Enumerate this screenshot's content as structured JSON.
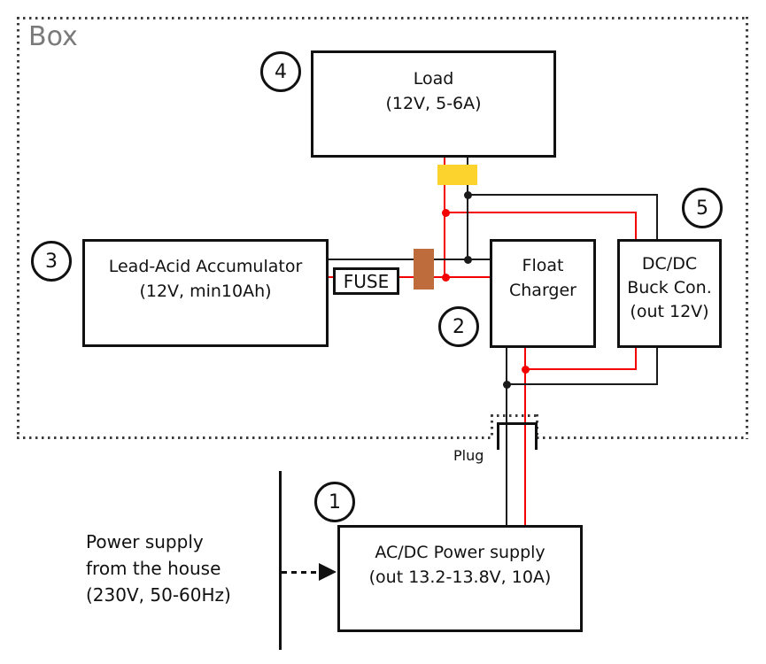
{
  "box_label": "Box",
  "plug_label": "Plug",
  "house_supply": {
    "line1": "Power supply",
    "line2": "from the house",
    "line3": "(230V, 50-60Hz)"
  },
  "components": {
    "load": {
      "number": "4",
      "line1": "Load",
      "line2": "(12V, 5-6A)"
    },
    "accumulator": {
      "number": "3",
      "line1": "Lead-Acid Accumulator",
      "line2": "(12V, min10Ah)"
    },
    "fuse": {
      "label": "FUSE"
    },
    "float_charger": {
      "number": "2",
      "line1": "Float",
      "line2": "Charger"
    },
    "buck_converter": {
      "number": "5",
      "line1": "DC/DC",
      "line2": "Buck Con.",
      "line3": "(out 12V)"
    },
    "acdc_supply": {
      "number": "1",
      "line1": "AC/DC Power supply",
      "line2": "(out 13.2-13.8V, 10A)"
    }
  },
  "colors": {
    "wire_positive_red": "#f40000",
    "wire_negative_black": "#1a1a1a",
    "connector_yellow": "#fcd22c",
    "connector_brown": "#bf6c3c",
    "box_label_gray": "#7a7a7a"
  }
}
